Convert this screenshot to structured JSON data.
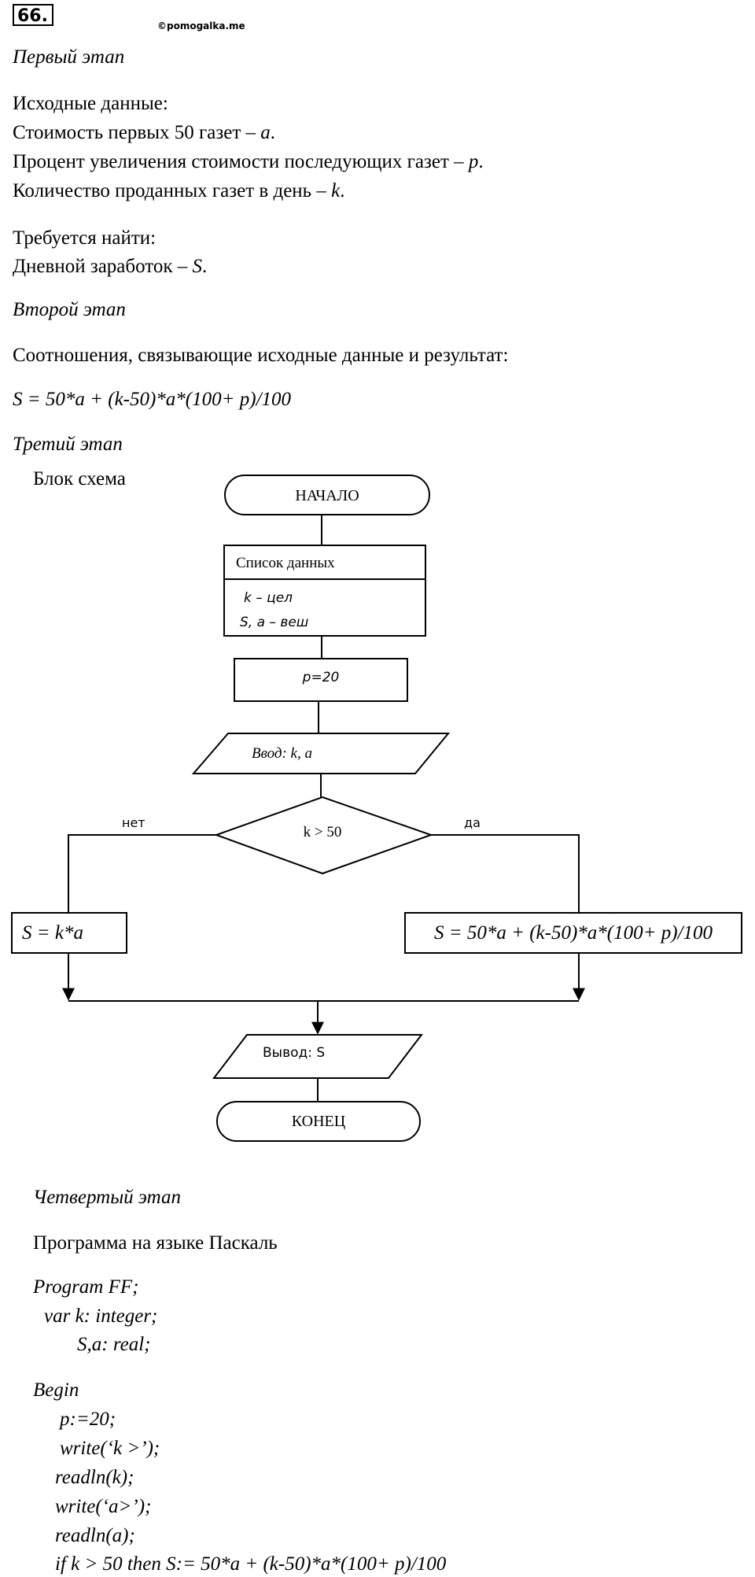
{
  "header": {
    "task_number": "66.",
    "watermark": "©pomogalka.me"
  },
  "stage1": {
    "title": "Первый этап",
    "given_heading": "Исходные данные:",
    "given": [
      {
        "text": "Стоимость первых 50 газет – ",
        "var": "a",
        "end": "."
      },
      {
        "text": "Процент увеличения стоимости последующих газет – ",
        "var": "p",
        "end": "."
      },
      {
        "text": "Количество проданных газет в день – ",
        "var": "k",
        "end": "."
      }
    ],
    "find_heading": "Требуется найти:",
    "find": {
      "text": "Дневной заработок – ",
      "var": "S",
      "end": "."
    }
  },
  "stage2": {
    "title": "Второй этап",
    "relations_heading": "Соотношения, связывающие исходные данные и результат:",
    "formula": "S = 50*a + (k-50)*a*(100+ p)/100"
  },
  "stage3": {
    "title": "Третий этап",
    "block_label": "Блок схема",
    "flowchart": {
      "start": "НАЧАЛО",
      "data_header": "Список данных",
      "data_line1": "k – цел",
      "data_line2": "S, a  – веш",
      "assign": "p=20",
      "input": "Ввод: k, a",
      "condition": "k > 50",
      "no": "нет",
      "yes": "да",
      "no_action": "S = k*a",
      "yes_action": "S = 50*a + (k-50)*a*(100+ p)/100",
      "output": "Вывод:  S",
      "end": "КОНЕЦ"
    }
  },
  "stage4": {
    "title": "Четвертый этап",
    "program_heading": "Программа на языке Паскаль",
    "code": [
      "Program FF;",
      "var k: integer;",
      "S,a: real;",
      "Begin",
      "p:=20;",
      "write(‘k >’);",
      "readln(k);",
      "write(‘a>’);",
      "readln(a);",
      "if k > 50 then  S:= 50*a + (k-50)*a*(100+ p)/100"
    ]
  }
}
